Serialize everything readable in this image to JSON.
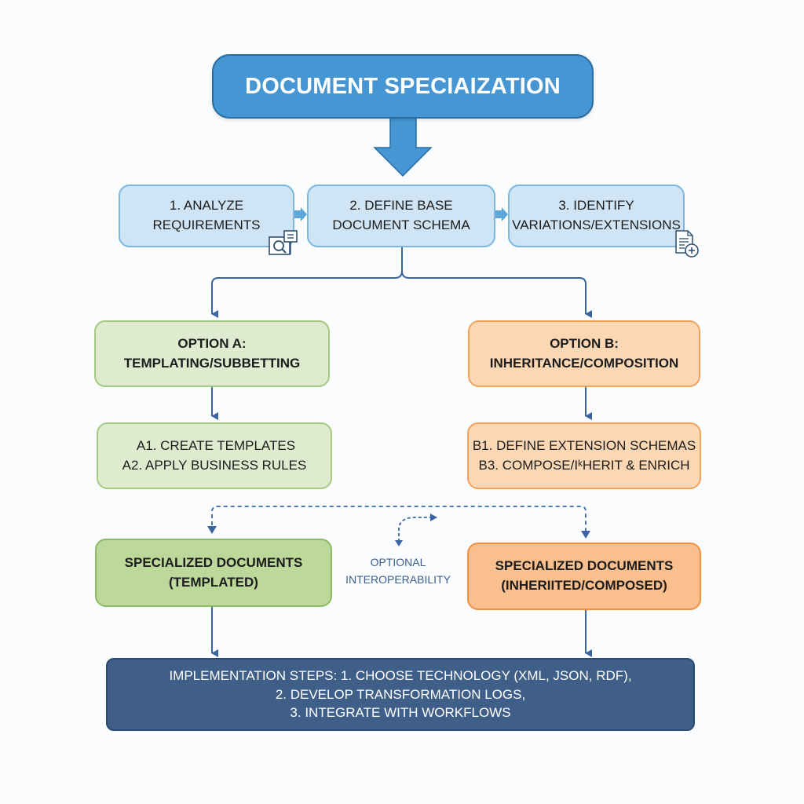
{
  "title": "DOCUMENT SPECIAIZATION",
  "steps": [
    {
      "line1": "1. ANALYZE",
      "line2": "REQUIREMENTS",
      "icon": "document-search-icon"
    },
    {
      "line1": "2. DEFINE BASE",
      "line2": "DOCUMENT SCHEMA"
    },
    {
      "line1": "3. IDENTIFY",
      "line2": "VARIATIONS/EXTENSIONS",
      "icon": "document-add-icon"
    }
  ],
  "option_a": {
    "line1": "OPTION A:",
    "line2": "TEMPLATING/SUBBETTING",
    "substeps": [
      "A1. CREATE TEMPLATES",
      "A2. APPLY BUSINESS RULES"
    ],
    "result_line1": "SPECIALIZED DOCUMENTS",
    "result_line2": "(TEMPLATED)"
  },
  "option_b": {
    "line1": "OPTION B:",
    "line2": "INHERITANCE/COMPOSITION",
    "substeps": [
      "B1. DEFINE EXTENSION SCHEMAS",
      "B3. COMPOSE/IᵏHERIT & ENRICH"
    ],
    "result_line1": "SPECIALIZED DOCUMENTS",
    "result_line2": "(INHERIITED/COMPOSED)"
  },
  "interoperability": {
    "line1": "OPTIONAL",
    "line2": "INTEROPERABILITY"
  },
  "implementation": {
    "line1": "IMPLEMENTATION STEPS: 1. CHOOSE TECHNOLOGY (XML, JSON, RDF),",
    "line2": "2. DEVELOP TRANSFORMATION LOGS,",
    "line3": "3. INTEGRATE WITH WORKFLOWS"
  },
  "colors": {
    "title_fill": "#4596d2",
    "step_fill": "#cfe4f4",
    "option_a_fill": "#deebcf",
    "option_b_fill": "#fbd7b4",
    "result_a_fill": "#bcd89a",
    "result_b_fill": "#f9c08e",
    "implementation_fill": "#3f5f88",
    "connector": "#3a65a0"
  }
}
